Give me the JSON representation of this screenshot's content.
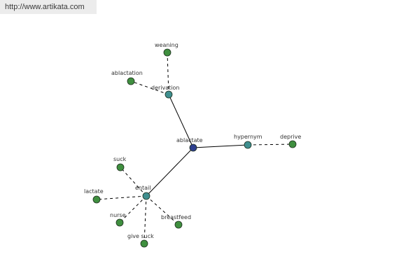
{
  "header": {
    "source_url": "http://www.artikata.com"
  },
  "colors": {
    "center_node": "#2e3f8f",
    "relation_node": "#3f8f8f",
    "word_node": "#3f8f3f",
    "edge": "#000000",
    "url_bar_bg": "#ececec"
  },
  "graph": {
    "nodes": [
      {
        "id": "ablactate",
        "label": "ablactate",
        "kind": "center"
      },
      {
        "id": "derivation",
        "label": "derivation",
        "kind": "relation"
      },
      {
        "id": "hypernym",
        "label": "hypernym",
        "kind": "relation"
      },
      {
        "id": "entail",
        "label": "entail",
        "kind": "relation"
      },
      {
        "id": "weaning",
        "label": "weaning",
        "kind": "word"
      },
      {
        "id": "ablactation",
        "label": "ablactation",
        "kind": "word"
      },
      {
        "id": "deprive",
        "label": "deprive",
        "kind": "word"
      },
      {
        "id": "suck",
        "label": "suck",
        "kind": "word"
      },
      {
        "id": "lactate",
        "label": "lactate",
        "kind": "word"
      },
      {
        "id": "nurse",
        "label": "nurse",
        "kind": "word"
      },
      {
        "id": "give-suck",
        "label": "give suck",
        "kind": "word"
      },
      {
        "id": "breastfeed",
        "label": "breastfeed",
        "kind": "word"
      }
    ],
    "edges": [
      {
        "from": "ablactate",
        "to": "derivation",
        "style": "solid"
      },
      {
        "from": "ablactate",
        "to": "hypernym",
        "style": "solid"
      },
      {
        "from": "ablactate",
        "to": "entail",
        "style": "solid"
      },
      {
        "from": "derivation",
        "to": "weaning",
        "style": "dashed"
      },
      {
        "from": "derivation",
        "to": "ablactation",
        "style": "dashed"
      },
      {
        "from": "hypernym",
        "to": "deprive",
        "style": "dashed"
      },
      {
        "from": "entail",
        "to": "suck",
        "style": "dashed"
      },
      {
        "from": "entail",
        "to": "lactate",
        "style": "dashed"
      },
      {
        "from": "entail",
        "to": "nurse",
        "style": "dashed"
      },
      {
        "from": "entail",
        "to": "give-suck",
        "style": "dashed"
      },
      {
        "from": "entail",
        "to": "breastfeed",
        "style": "dashed"
      }
    ]
  }
}
